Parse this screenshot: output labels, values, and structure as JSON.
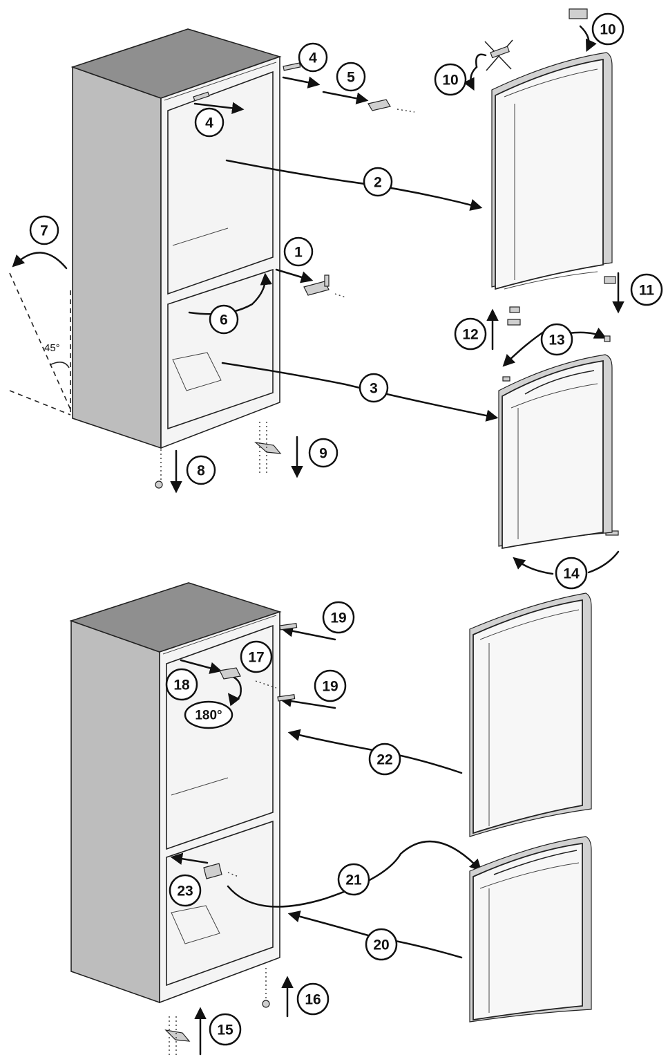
{
  "angle_label": "45°",
  "rotation_label": "180°",
  "steps": [
    {
      "id": "step-1",
      "label": "1"
    },
    {
      "id": "step-2",
      "label": "2"
    },
    {
      "id": "step-3",
      "label": "3"
    },
    {
      "id": "step-4a",
      "label": "4"
    },
    {
      "id": "step-4b",
      "label": "4"
    },
    {
      "id": "step-5",
      "label": "5"
    },
    {
      "id": "step-6",
      "label": "6"
    },
    {
      "id": "step-7",
      "label": "7"
    },
    {
      "id": "step-8",
      "label": "8"
    },
    {
      "id": "step-9",
      "label": "9"
    },
    {
      "id": "step-10a",
      "label": "10"
    },
    {
      "id": "step-10b",
      "label": "10"
    },
    {
      "id": "step-11",
      "label": "11"
    },
    {
      "id": "step-12",
      "label": "12"
    },
    {
      "id": "step-13",
      "label": "13"
    },
    {
      "id": "step-14",
      "label": "14"
    },
    {
      "id": "step-15",
      "label": "15"
    },
    {
      "id": "step-16",
      "label": "16"
    },
    {
      "id": "step-17",
      "label": "17"
    },
    {
      "id": "step-18",
      "label": "18"
    },
    {
      "id": "step-19a",
      "label": "19"
    },
    {
      "id": "step-19b",
      "label": "19"
    },
    {
      "id": "step-20",
      "label": "20"
    },
    {
      "id": "step-21",
      "label": "21"
    },
    {
      "id": "step-22",
      "label": "22"
    },
    {
      "id": "step-23",
      "label": "23"
    }
  ]
}
